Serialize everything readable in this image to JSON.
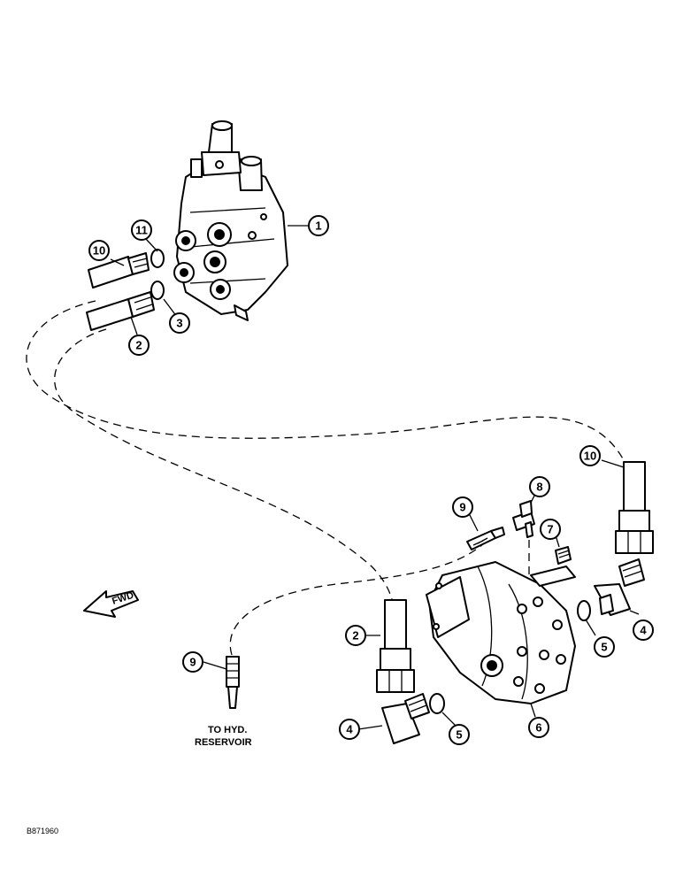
{
  "diagram": {
    "callouts": {
      "valve": "1",
      "fitting_left_lower": "2",
      "oring_left_lower": "3",
      "fitting_left_upper": "10",
      "oring_left_upper": "11",
      "fitting_right_upper": "10",
      "tee_fitting": "8",
      "fitting_mid": "9",
      "plug": "7",
      "fitting_right_lower": "2",
      "elbow_right": "4",
      "oring_right": "5",
      "pump": "6",
      "elbow_bottom": "4",
      "oring_bottom": "5",
      "fitting_reservoir": "9"
    },
    "fwd_label": "FWD",
    "reservoir_label_line1": "TO HYD.",
    "reservoir_label_line2": "RESERVOIR",
    "figure_id": "B871960"
  }
}
